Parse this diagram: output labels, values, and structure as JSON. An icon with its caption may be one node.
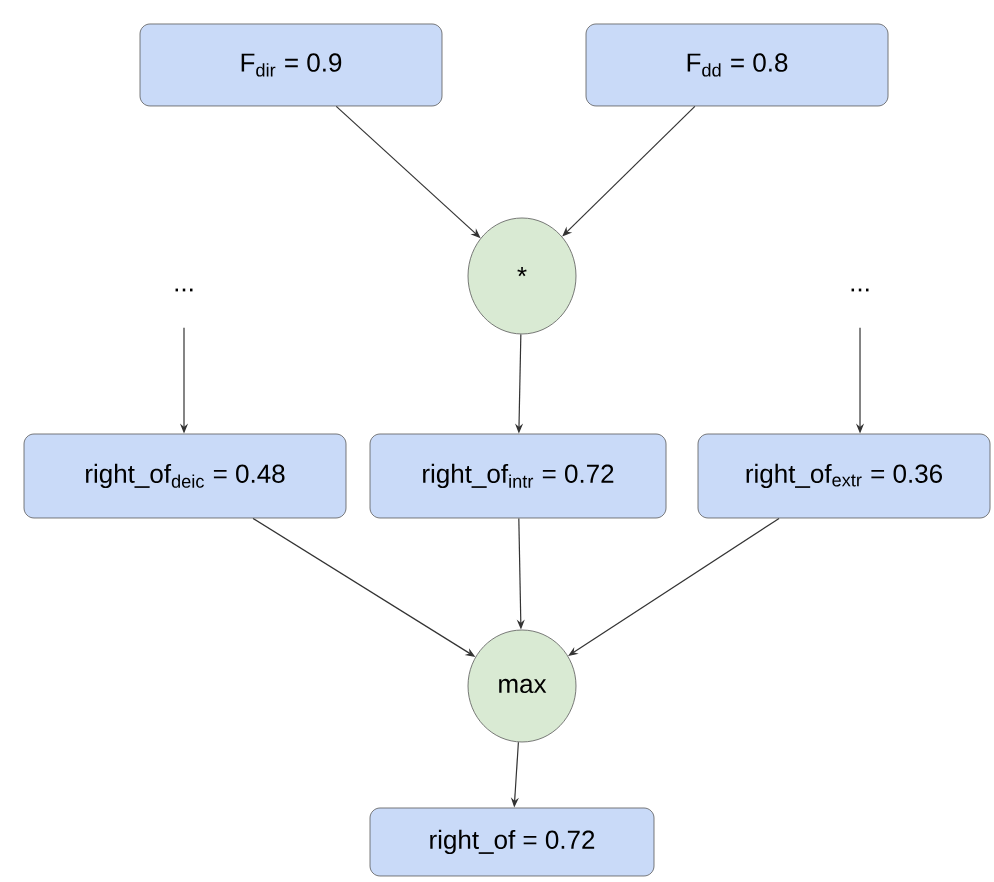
{
  "diagram": {
    "nodes": [
      {
        "text": [
          "F$_{dir}$ = 0.9"
        ]
      },
      {
        "text": [
          "F$_{dd}$ = 0.8"
        ]
      },
      {
        "text": [
          "*"
        ]
      },
      {
        "text": [
          "..."
        ]
      },
      {
        "text": [
          "..."
        ]
      },
      {
        "text": [
          "right_of$_{deic}$ = 0.48"
        ]
      },
      {
        "text": [
          "right_of$_{intr}$ = 0.72"
        ]
      },
      {
        "text": [
          "right_of$_{extr}$ = 0.36"
        ]
      },
      {
        "text": [
          "max"
        ]
      },
      {
        "text": [
          "right_of = 0.72"
        ]
      }
    ],
    "edges": [
      {
        "from": 0,
        "to": 2,
        "arrow": "to"
      },
      {
        "from": 1,
        "to": 2,
        "arrow": "to"
      },
      {
        "from": 3,
        "to": 5,
        "arrow": "to"
      },
      {
        "from": 2,
        "to": 6,
        "arrow": "to"
      },
      {
        "from": 4,
        "to": 7,
        "arrow": "to"
      },
      {
        "from": 5,
        "to": 8,
        "arrow": "to"
      },
      {
        "from": 6,
        "to": 8,
        "arrow": "to"
      },
      {
        "from": 7,
        "to": 8,
        "arrow": "to"
      },
      {
        "from": 8,
        "to": 9,
        "arrow": "to"
      }
    ]
  }
}
